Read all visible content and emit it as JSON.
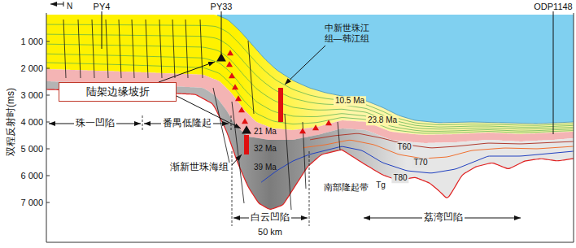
{
  "diagram": {
    "nodes": [
      {
        "text": [
          "陆架边缘坡折"
        ]
      }
    ],
    "labels": [
      "N",
      "PY4",
      "PY33",
      "ODP1148",
      "1 000",
      "2 000",
      "3 000",
      "4 000",
      "5 000",
      "6 000",
      "7 000",
      "双程反射时(ms)",
      "中新世珠江组—韩江组",
      "10.5 Ma",
      "23.8 Ma",
      "21 Ma",
      "32 Ma",
      "39 Ma",
      "渐新世珠海组",
      "T60",
      "T70",
      "T80",
      "Tg",
      "南部隆起带",
      "珠一凹陷",
      "番禺低隆起",
      "白云凹陷",
      "50 km",
      "荔湾凹陷"
    ]
  }
}
